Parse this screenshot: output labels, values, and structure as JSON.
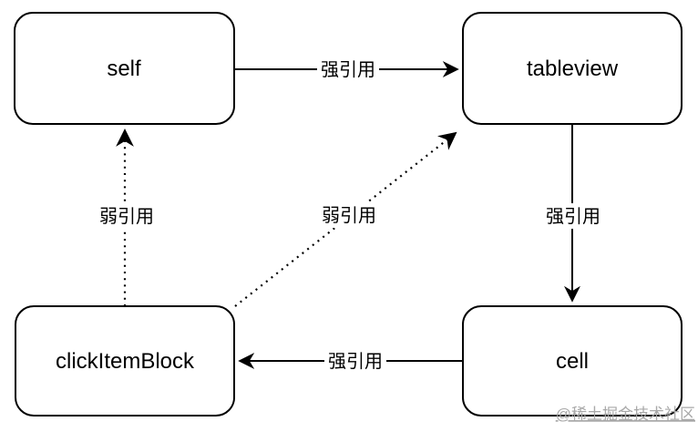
{
  "diagram": {
    "title": "reference-cycle-diagram",
    "nodes": [
      {
        "id": "self",
        "label": "self"
      },
      {
        "id": "tableview",
        "label": "tableview"
      },
      {
        "id": "clickItemBlock",
        "label": "clickItemBlock"
      },
      {
        "id": "cell",
        "label": "cell"
      }
    ],
    "edges": [
      {
        "from": "self",
        "to": "tableview",
        "label": "强引用",
        "style": "solid"
      },
      {
        "from": "tableview",
        "to": "cell",
        "label": "强引用",
        "style": "solid"
      },
      {
        "from": "cell",
        "to": "clickItemBlock",
        "label": "强引用",
        "style": "solid"
      },
      {
        "from": "clickItemBlock",
        "to": "self",
        "label": "弱引用",
        "style": "dotted"
      },
      {
        "from": "clickItemBlock",
        "to": "tableview",
        "label": "弱引用",
        "style": "dotted"
      }
    ],
    "colors": {
      "background": "#ffffff",
      "line": "#000000",
      "box_fill": "#ffffff",
      "box_border": "#000000",
      "watermark": "#a8a8a8"
    }
  },
  "watermark": {
    "text": "@稀土掘金技术社区"
  }
}
